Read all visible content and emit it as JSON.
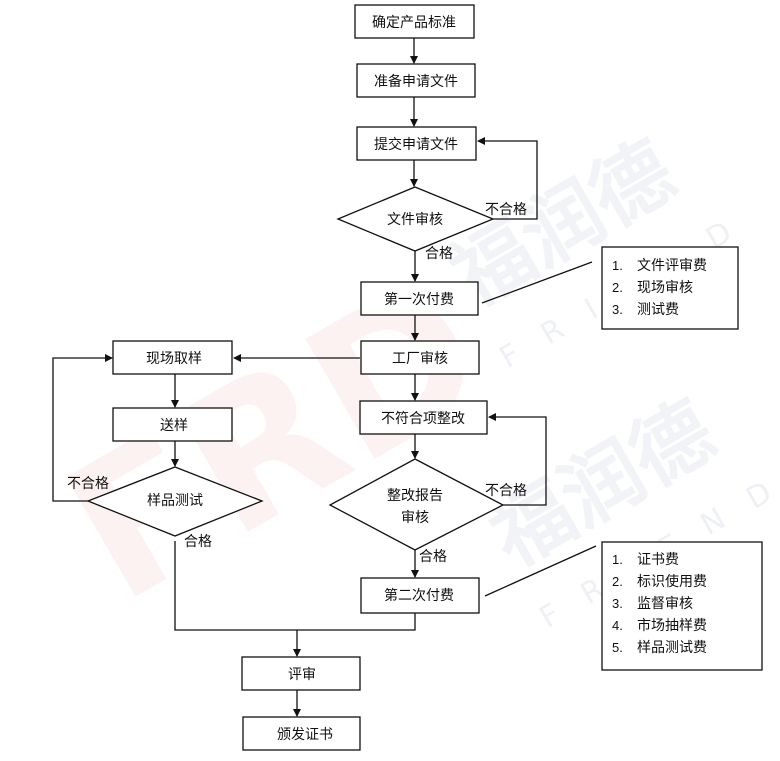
{
  "watermark": {
    "logo": "FRD",
    "brand_cn": "福润德",
    "brand_en": "FRIEND"
  },
  "nodes": {
    "define_standard": "确定产品标准",
    "prepare_docs": "准备申请文件",
    "submit_docs": "提交申请文件",
    "doc_review": "文件审核",
    "first_payment": "第一次付费",
    "factory_audit": "工厂审核",
    "onsite_sampling": "现场取样",
    "send_sample": "送样",
    "sample_test": "样品测试",
    "nc_rectification": "不符合项整改",
    "rect_report_review_l1": "整改报告",
    "rect_report_review_l2": "审核",
    "second_payment": "第二次付费",
    "evaluation": "评审",
    "issue_certificate": "颁发证书"
  },
  "labels": {
    "fail": "不合格",
    "pass": "合格"
  },
  "callouts": {
    "first_payment_items": [
      {
        "num": "1.",
        "text": "文件评审费"
      },
      {
        "num": "2.",
        "text": "现场审核"
      },
      {
        "num": "3.",
        "text": "测试费"
      }
    ],
    "second_payment_items": [
      {
        "num": "1.",
        "text": "证书费"
      },
      {
        "num": "2.",
        "text": "标识使用费"
      },
      {
        "num": "3.",
        "text": "监督审核"
      },
      {
        "num": "4.",
        "text": "市场抽样费"
      },
      {
        "num": "5.",
        "text": "样品测试费"
      }
    ]
  }
}
